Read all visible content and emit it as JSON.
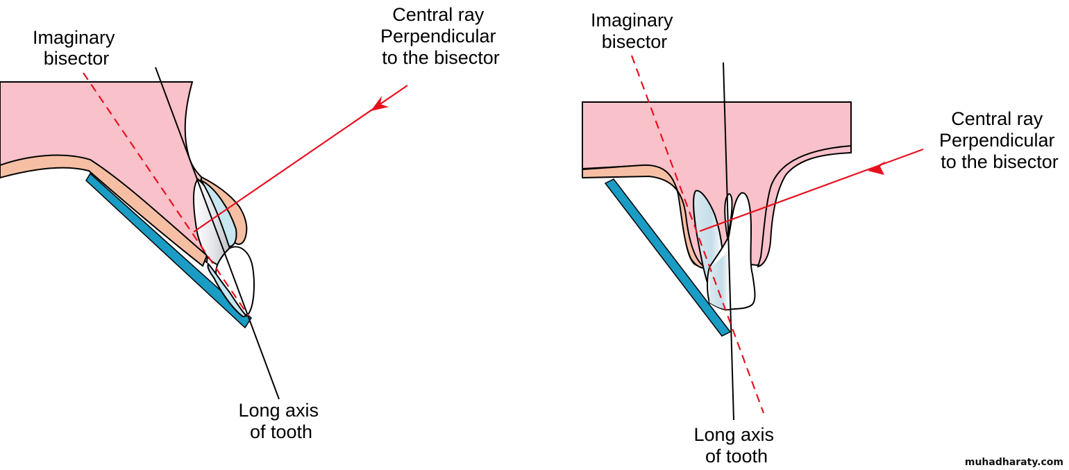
{
  "left_figure": {
    "label_bisector": [
      "Imaginary",
      "bisector"
    ],
    "label_central_ray": [
      "Central ray",
      "Perpendicular",
      "to the bisector"
    ],
    "label_long_axis": [
      "Long axis",
      "of tooth"
    ]
  },
  "right_figure": {
    "label_bisector": [
      "Imaginary",
      "bisector"
    ],
    "label_central_ray": [
      "Central ray",
      "Perpendicular",
      "to the bisector"
    ],
    "label_long_axis": [
      "Long axis",
      "of tooth"
    ]
  },
  "watermark": "muhadharaty.com",
  "colors": {
    "gum": "#f9c1c9",
    "mucosa": "#f6bfa4",
    "film": "#1a9cc4",
    "ray": "#e8101e",
    "pulp": "#c7e6f0"
  }
}
